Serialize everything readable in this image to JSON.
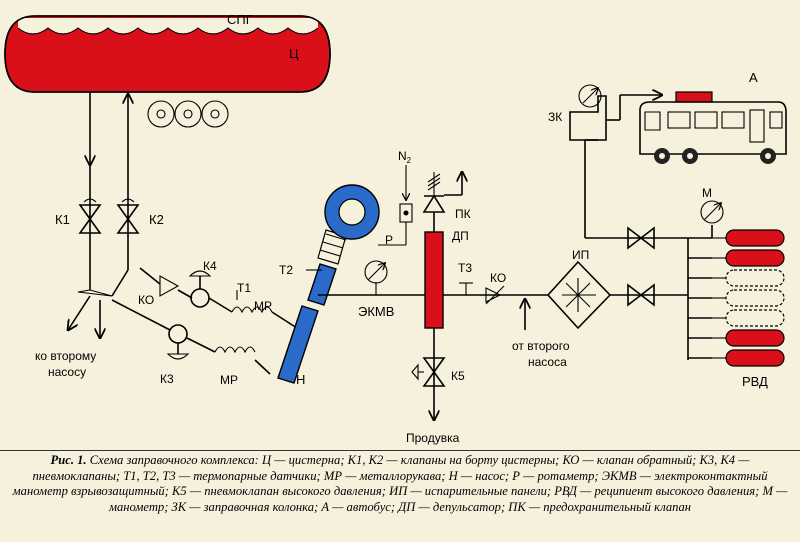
{
  "labels": {
    "spg": "СПГ",
    "tank": "Ц",
    "k1": "К1",
    "k2": "К2",
    "ko_left": "КО",
    "k4": "К4",
    "t1": "Т1",
    "mr_top": "МР",
    "k3": "К3",
    "mr_bottom": "МР",
    "pump": "Н",
    "t2": "Т2",
    "rotameter": "Р",
    "n2": "N",
    "n2_sub": "2",
    "ekmv": "ЭКМВ",
    "pk": "ПК",
    "dp": "ДП",
    "t3": "Т3",
    "ko_right": "КО",
    "ip": "ИП",
    "k5": "К5",
    "purge": "Продувка",
    "second_pump_left_line1": "ко второму",
    "second_pump_left_line2": "насосу",
    "second_pump_right_line1": "от второго",
    "second_pump_right_line2": "насоса",
    "zk": "ЗК",
    "bus": "А",
    "manometer": "М",
    "rvd": "РВД"
  },
  "caption": {
    "fig": "Рис. 1.",
    "text": " Схема заправочного комплекса: Ц — цистерна; К1, К2 — клапаны на борту цистерны; КО — клапан обратный; К3, К4 — пневмоклапаны; Т1, Т2, Т3 — термопарные датчики; МР — металлорукава; Н — насос; Р — ротаметр; ЭКМВ — электроконтактный манометр взрывозащитный; К5 — пневмоклапан высокого давления; ИП — испарительные панели; РВД — реципиент высокого давления; М — манометр; ЗК — заправочная колонка; А — автобус; ДП — депульсатор; ПК — предохранительный клапан"
  },
  "colors": {
    "liquid": "#d9101a",
    "pump": "#2a6ac8",
    "background": "#f6f1dc",
    "bus_roof": "#d9101a"
  }
}
